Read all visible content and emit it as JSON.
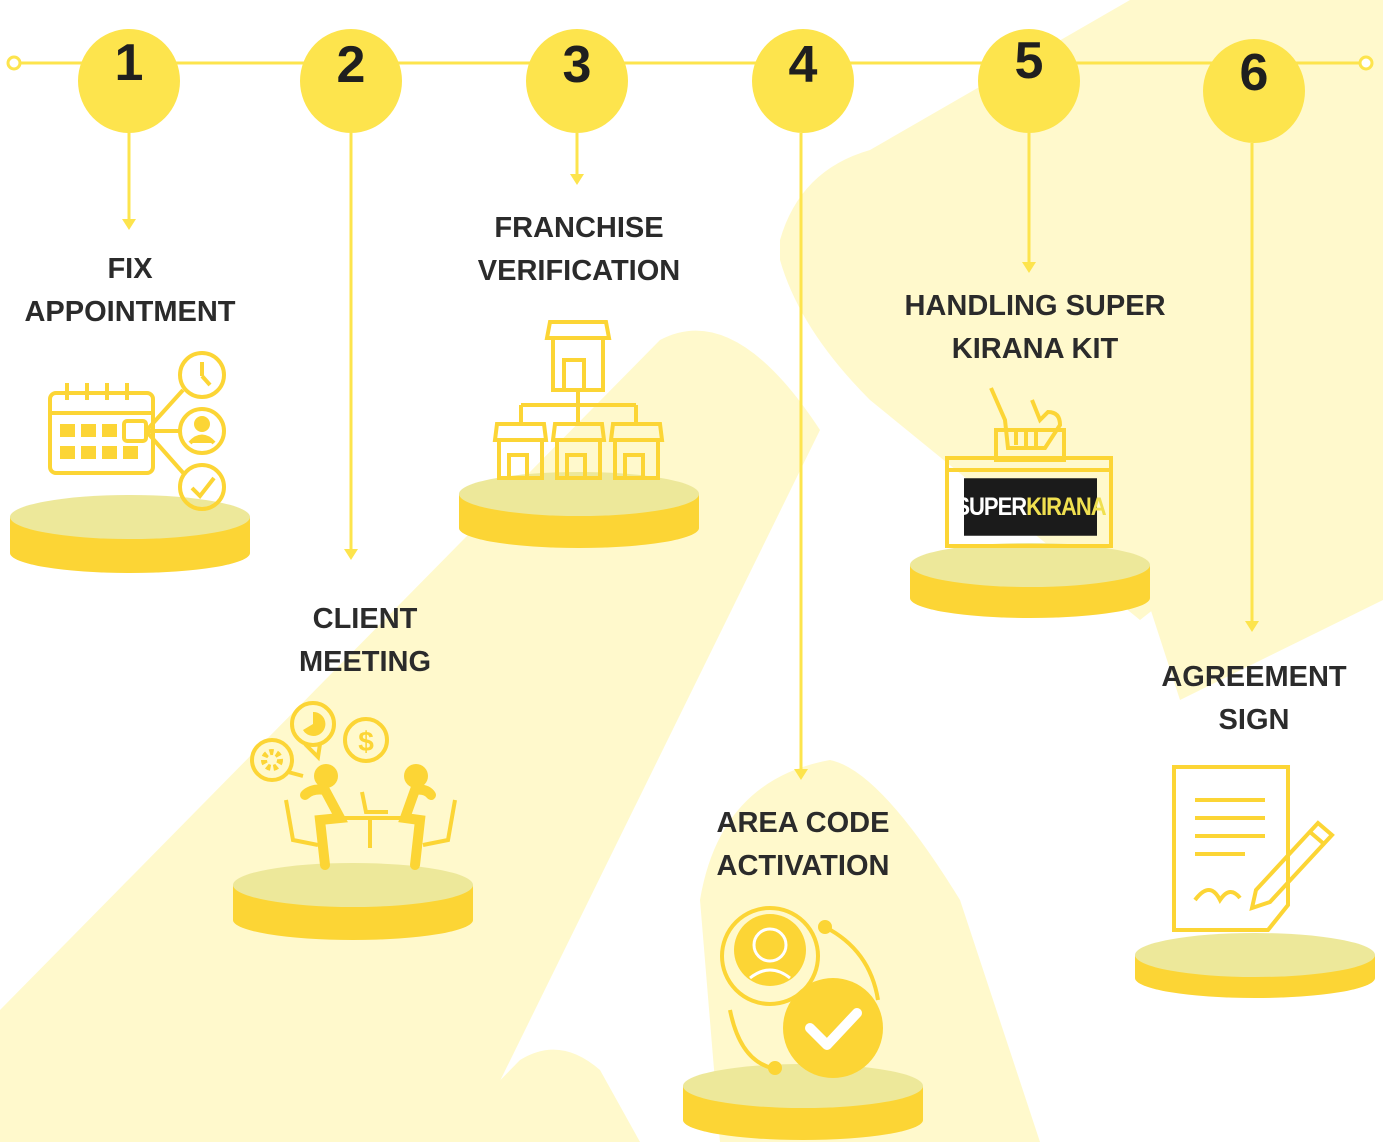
{
  "colors": {
    "accent": "#fde44d",
    "podium_top": "#ede89a",
    "podium_side": "#fcd535",
    "icon": "#fcd535",
    "background_shape": "#fff9cc",
    "text": "#2b2b2b"
  },
  "steps": [
    {
      "number": "1",
      "line1": "FIX",
      "line2": "APPOINTMENT",
      "icon": "calendar-schedule-icon"
    },
    {
      "number": "2",
      "line1": "CLIENT",
      "line2": "MEETING",
      "icon": "meeting-icon"
    },
    {
      "number": "3",
      "line1": "FRANCHISE",
      "line2": "VERIFICATION",
      "icon": "franchise-network-icon"
    },
    {
      "number": "4",
      "line1": "AREA CODE",
      "line2": "ACTIVATION",
      "icon": "user-check-icon"
    },
    {
      "number": "5",
      "line1": "HANDLING SUPER",
      "line2": "KIRANA KIT",
      "icon": "kit-box-icon"
    },
    {
      "number": "6",
      "line1": "AGREEMENT",
      "line2": "SIGN",
      "icon": "signed-document-icon"
    }
  ],
  "kit": {
    "brand_part1": "SUPER",
    "brand_part2": "KIRANA"
  }
}
